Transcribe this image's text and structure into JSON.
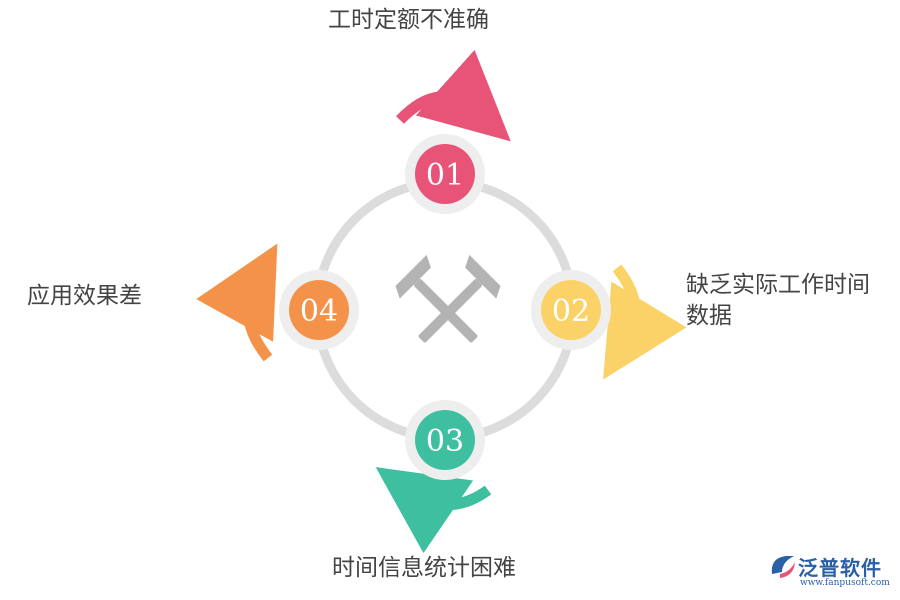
{
  "nodes": [
    {
      "number": "01",
      "label": "工时定额不准确",
      "color": "#e85478"
    },
    {
      "number": "02",
      "label": "缺乏实际工作时间数据",
      "color": "#fbd267"
    },
    {
      "number": "03",
      "label": "时间信息统计困难",
      "color": "#3ec0a0"
    },
    {
      "number": "04",
      "label": "应用效果差",
      "color": "#f4924a"
    }
  ],
  "ring_color": "#dcdcdc",
  "center_icon": "crossed-hammers-icon",
  "logo": {
    "name": "泛普软件",
    "url": "www.fanpusoft.com"
  }
}
